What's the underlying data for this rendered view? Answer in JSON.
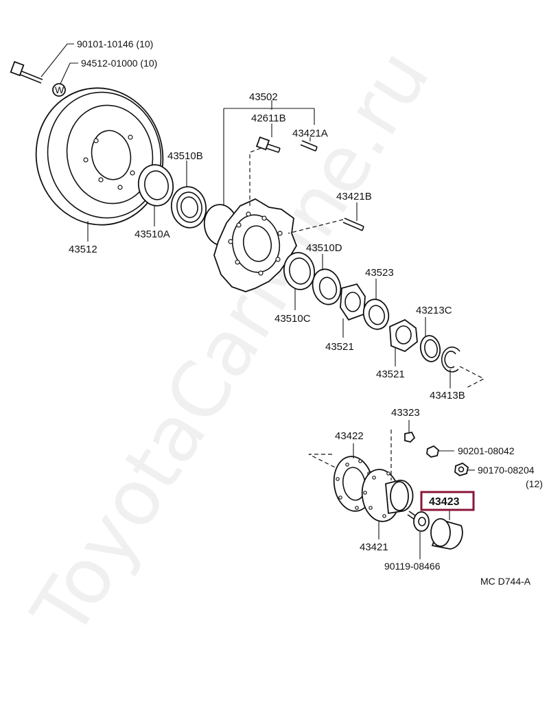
{
  "watermark": "ToyotaCarMine.ru",
  "diagram_code": "MC  D744-A",
  "highlight_color": "#8a1538",
  "parts": {
    "p90101": "90101-10146 (10)",
    "p94512": "94512-01000 (10)",
    "p94512_washer_mark": "W",
    "p43502": "43502",
    "p42611B": "42611B",
    "p43421A": "43421A",
    "p43510B": "43510B",
    "p43421B": "43421B",
    "p43512": "43512",
    "p43510A": "43510A",
    "p43510D": "43510D",
    "p43523": "43523",
    "p43510C": "43510C",
    "p43213C": "43213C",
    "p43521a": "43521",
    "p43521b": "43521",
    "p43413B": "43413B",
    "p43323": "43323",
    "p43422": "43422",
    "p90201": "90201-08042",
    "p90170": "90170-08204",
    "p90170_qty": "(12)",
    "p43423": "43423",
    "p43421": "43421",
    "p90119": "90119-08466"
  }
}
